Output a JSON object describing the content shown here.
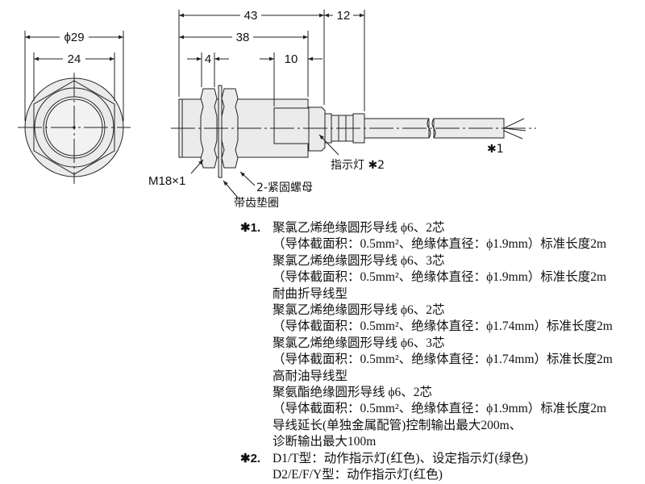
{
  "front_view": {
    "dim_outer": "ϕ29",
    "dim_hex": "24"
  },
  "side_view": {
    "dim_total": "43",
    "dim_boot": "12",
    "dim_body": "38",
    "dim_nut": "4",
    "dim_indicator": "10",
    "label_thread": "M18×1",
    "label_nuts": "2-紧固螺母",
    "label_washer": "带齿垫圈",
    "label_indicator": "指示灯 ✱2",
    "label_cable": "✱1"
  },
  "notes": {
    "mark1": "✱1.",
    "mark2": "✱2.",
    "lines": [
      "聚氯乙烯绝缘圆形导线 ϕ6、2芯",
      "（导体截面积：0.5mm²、绝缘体直径：ϕ1.9mm）标准长度2m",
      "聚氯乙烯绝缘圆形导线 ϕ6、3芯",
      "（导体截面积：0.5mm²、绝缘体直径：ϕ1.9mm）标准长度2m",
      "耐曲折导线型",
      "聚氯乙烯绝缘圆形导线 ϕ6、2芯",
      "（导体截面积：0.5mm²、绝缘体直径：ϕ1.74mm）标准长度2m",
      "聚氯乙烯绝缘圆形导线 ϕ6、3芯",
      "（导体截面积：0.5mm²、绝缘体直径：ϕ1.74mm）标准长度2m",
      "高耐油导线型",
      "聚氨酯绝缘圆形导线  ϕ6、2芯",
      "（导体截面积：0.5mm²、绝缘体直径：ϕ1.9mm）标准长度2m",
      "导线延长(单独金属配管)控制输出最大200m、",
      "诊断输出最大100m",
      "D1/T型：动作指示灯(红色)、设定指示灯(绿色)",
      "D2/E/F/Y型：动作指示灯(红色)"
    ]
  },
  "colors": {
    "fill": "#ebebeb",
    "line": "#222222"
  }
}
